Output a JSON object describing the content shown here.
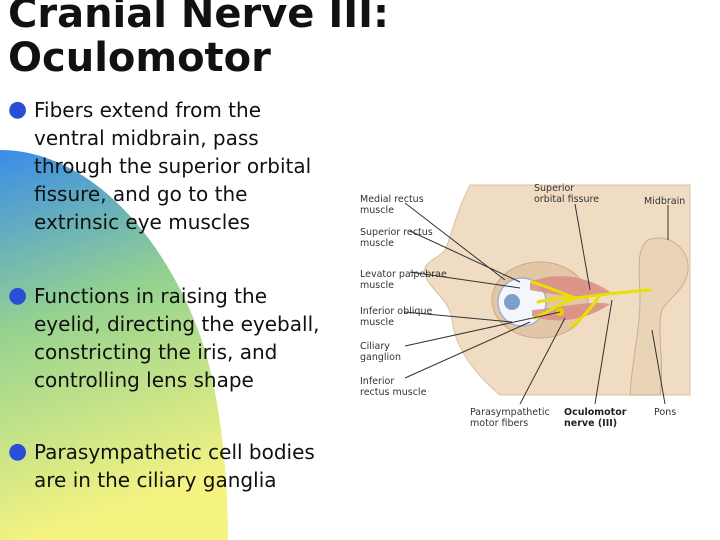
{
  "slide": {
    "title_line1": "Cranial Nerve III:",
    "title_line2": "Oculomotor",
    "bullets": [
      {
        "lines": [
          "Fibers extend from the",
          "ventral midbrain, pass",
          "through the superior orbital",
          "fissure, and go to the",
          "extrinsic eye muscles"
        ]
      },
      {
        "lines": [
          "Functions in raising the",
          "eyelid, directing the eyeball,",
          "constricting the iris, and",
          "controlling lens shape"
        ]
      },
      {
        "lines": [
          "Parasympathetic cell bodies",
          "are in the ciliary ganglia"
        ]
      }
    ]
  },
  "figure": {
    "labels": {
      "medial_rectus": [
        "Medial rectus",
        "muscle"
      ],
      "superior_rectus": [
        "Superior rectus",
        "muscle"
      ],
      "levator": [
        "Levator palpebrae",
        "muscle"
      ],
      "inferior_oblique": [
        "Inferior oblique",
        "muscle"
      ],
      "ciliary": [
        "Ciliary",
        "ganglion"
      ],
      "inferior_rectus": [
        "Inferior",
        "rectus muscle"
      ],
      "superior_orbital": [
        "Superior",
        "orbital fissure"
      ],
      "midbrain": "Midbrain",
      "parasympathetic": [
        "Parasympathetic",
        "motor fibers"
      ],
      "oculomotor": [
        "Oculomotor",
        "nerve (III)"
      ],
      "pons": "Pons"
    }
  },
  "colors": {
    "bullet": "#2a4fd6",
    "wedge_top": "#2f86e8",
    "wedge_mid": "#8fd08a",
    "wedge_bottom": "#f6f37a",
    "nerve": "#e8e000",
    "skin": "#efdcc3"
  }
}
